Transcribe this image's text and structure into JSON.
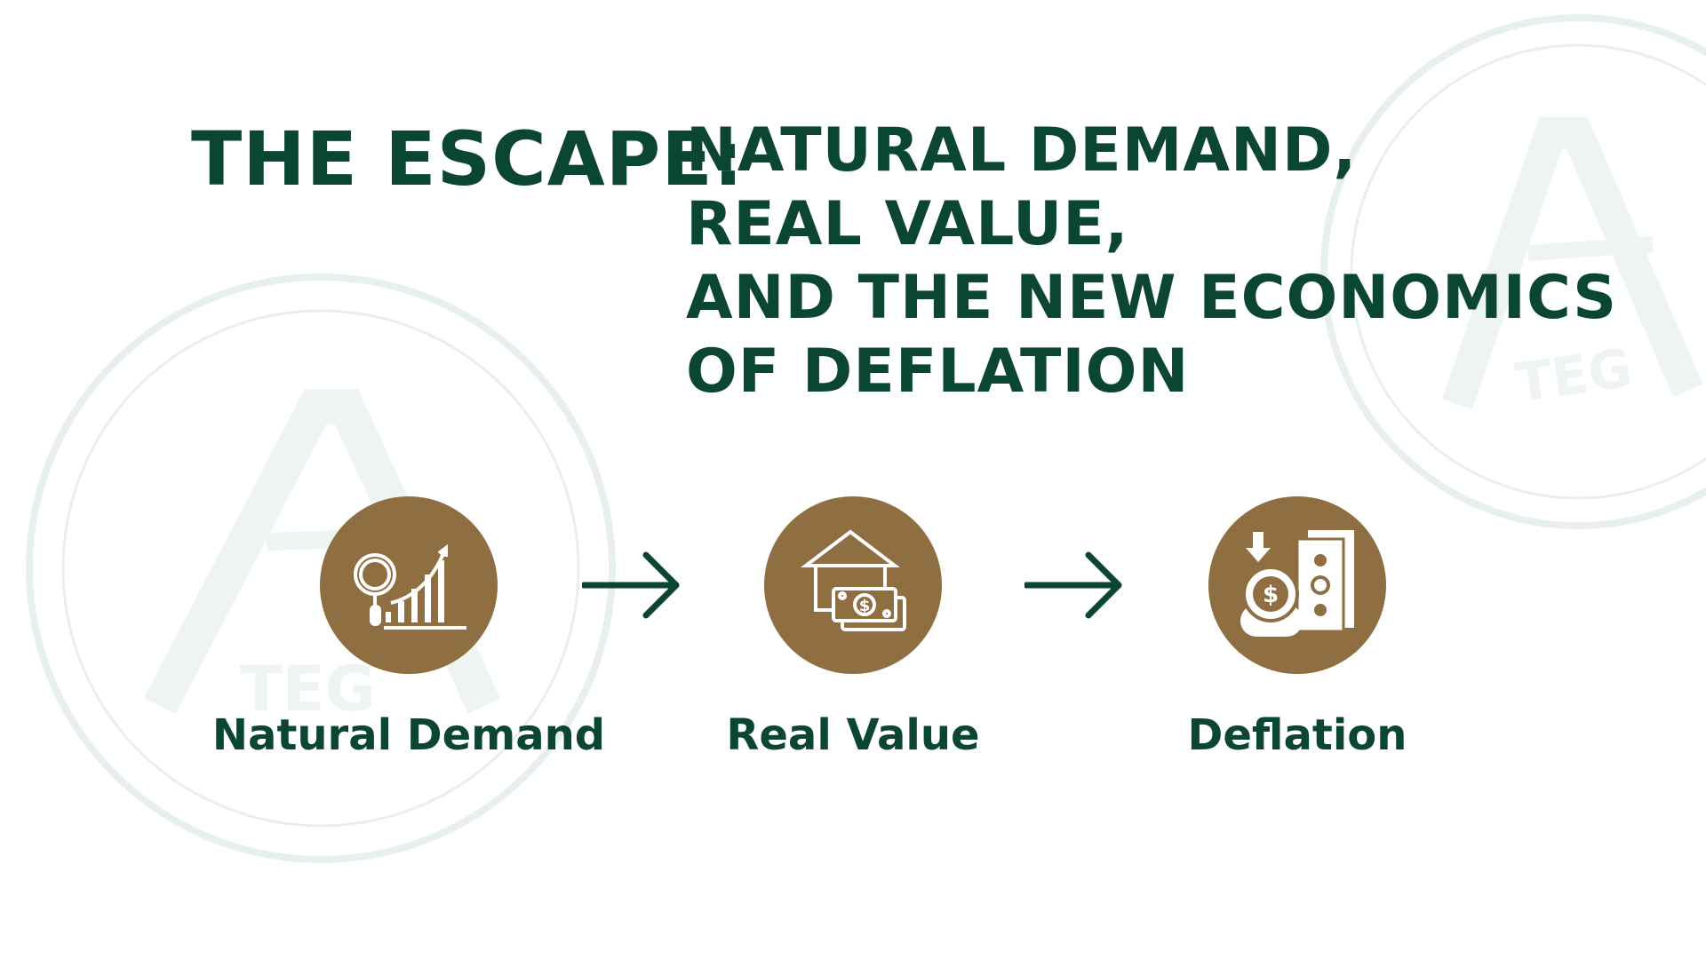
{
  "title": {
    "prefix": "THE ESCAPE:",
    "lines": [
      "NATURAL DEMAND,",
      "REAL VALUE,",
      "AND THE NEW ECONOMICS",
      "OF DEFLATION"
    ]
  },
  "flow": [
    {
      "label": "Natural Demand",
      "icon": "magnifier-growth-chart-icon"
    },
    {
      "label": "Real Value",
      "icon": "house-money-icon"
    },
    {
      "label": "Deflation",
      "icon": "coins-down-arrow-icon"
    }
  ],
  "watermark": {
    "text": "TEG"
  },
  "colors": {
    "primary": "#0b4633",
    "accent": "#8f6e42",
    "watermark": "#e6efec"
  }
}
